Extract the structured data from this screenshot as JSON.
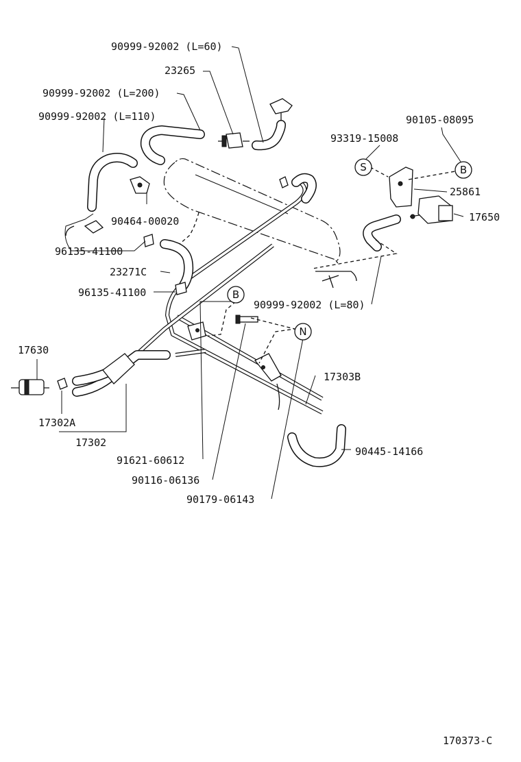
{
  "labels": {
    "p_9099992002_l60": "90999-92002 (L=60)",
    "p_23265": "23265",
    "p_9099992002_l200": "90999-92002 (L=200)",
    "p_9099992002_l110": "90999-92002 (L=110)",
    "p_9010508095": "90105-08095",
    "p_9331915008": "93319-15008",
    "p_25861": "25861",
    "p_17650": "17650",
    "p_9046400020": "90464-00020",
    "p_9613541100_a": "96135-41100",
    "p_23271c": "23271C",
    "p_9613541100_b": "96135-41100",
    "p_9099992002_l80": "90999-92002 (L=80)",
    "p_17630": "17630",
    "p_17303b": "17303B",
    "p_17302a": "17302A",
    "p_17302": "17302",
    "p_9044514166": "90445-14166",
    "p_9162160612": "91621-60612",
    "p_9011606136": "90116-06136",
    "p_9017906143": "90179-06143",
    "figure_id": "170373-C"
  },
  "markers": {
    "s": "S",
    "b_top": "B",
    "b_mid": "B",
    "n": "N"
  }
}
